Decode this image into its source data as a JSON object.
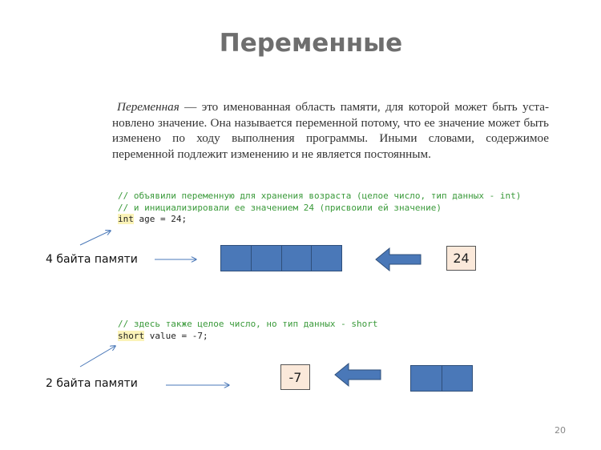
{
  "slide": {
    "title": "Переменные",
    "definition_term": "Переменная",
    "definition_text": " — это именованная область памяти, для которой может быть уста-новлено значение. Она называется переменной потому, что ее значение может быть изменено по ходу выполнения программы. Иными словами, содержимое переменной подлежит изменению и не является постоянным.",
    "page_number": "20"
  },
  "example1": {
    "comment1": "// объявили переменную для хранения возраста (целое число, тип данных - int)",
    "comment2": "// и инициализировали ее значением 24 (присвоили ей значение)",
    "keyword": "int",
    "statement": " age = 24;",
    "memory_label": "4 байта памяти",
    "value": "24",
    "cell_count": 4
  },
  "example2": {
    "comment1": "// здесь также целое число, но тип данных - short",
    "keyword": "short",
    "statement": " value = -7;",
    "memory_label": "2 байта памяти",
    "value": "-7",
    "cell_count": 2
  },
  "colors": {
    "title": "#6e6e6e",
    "comment": "#3a9a3a",
    "keyword_highlight": "#fbf3b8",
    "memory_cell": "#4a78b8",
    "value_box": "#fbe9da",
    "arrow": "#4a78b8"
  }
}
